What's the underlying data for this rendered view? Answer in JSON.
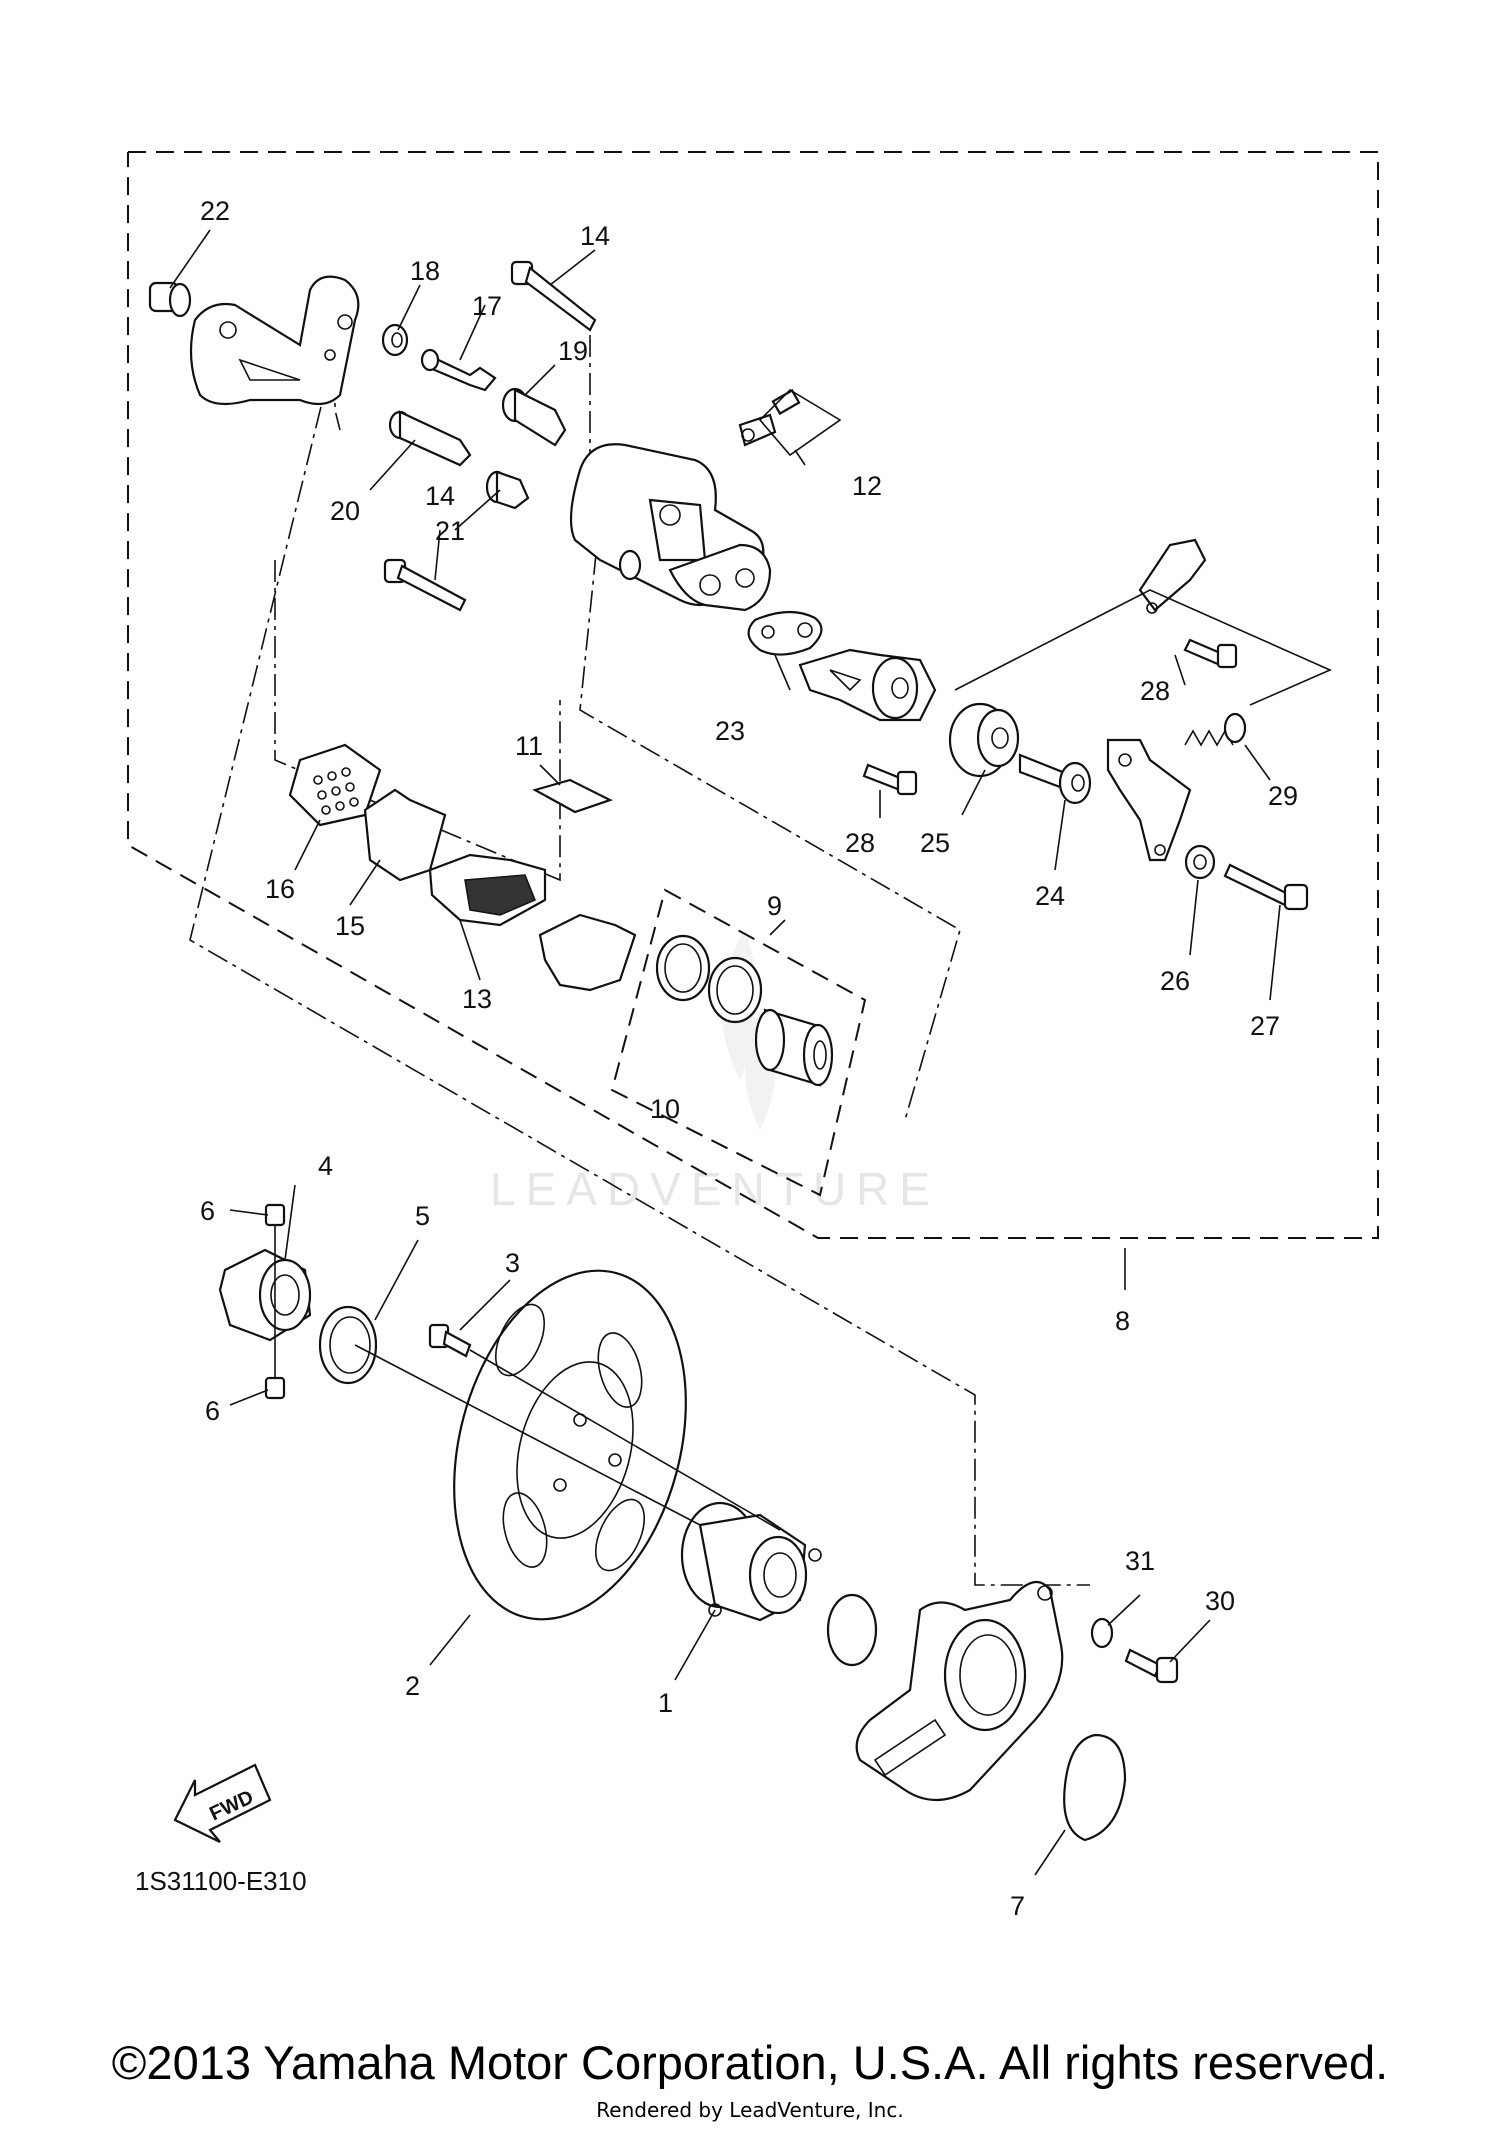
{
  "callouts": {
    "c1": "1",
    "c2": "2",
    "c3": "3",
    "c4": "4",
    "c5": "5",
    "c6a": "6",
    "c6b": "6",
    "c7": "7",
    "c8": "8",
    "c9": "9",
    "c10": "10",
    "c11": "11",
    "c12": "12",
    "c13": "13",
    "c14a": "14",
    "c14b": "14",
    "c15": "15",
    "c16": "16",
    "c17": "17",
    "c18": "18",
    "c19": "19",
    "c20": "20",
    "c21": "21",
    "c22": "22",
    "c23": "23",
    "c24": "24",
    "c25": "25",
    "c26": "26",
    "c27": "27",
    "c28a": "28",
    "c28b": "28",
    "c29": "29",
    "c30": "30",
    "c31": "31"
  },
  "fwd_label": "FWD",
  "part_code": "1S31100-E310",
  "watermark": "LEADVENTURE",
  "copyright": "©2013 Yamaha Motor Corporation, U.S.A. All rights reserved.",
  "rendered_by": "Rendered by LeadVenture, Inc."
}
